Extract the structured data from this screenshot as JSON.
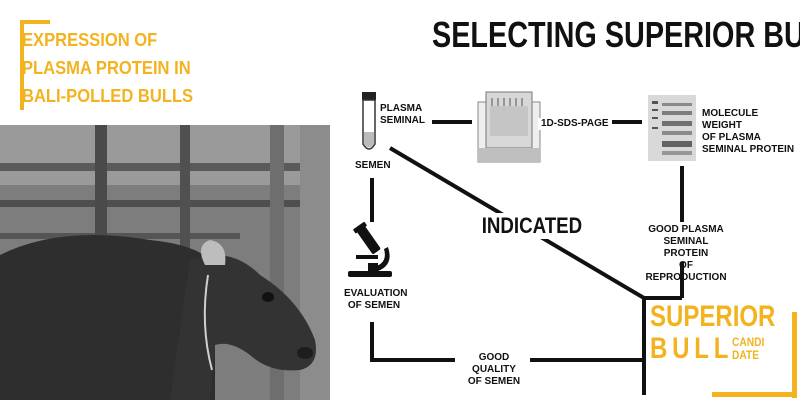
{
  "left_title": {
    "line1": "EXPRESSION OF",
    "line2": "PLASMA PROTEIN IN",
    "line3": "BALI-POLLED BULLS"
  },
  "main_title": "SELECTING SUPERIOR BULL",
  "nodes": {
    "plasma_seminal": [
      "PLASMA",
      "SEMINAL"
    ],
    "semen": "SEMEN",
    "sds_page": "1D-SDS-PAGE",
    "molecule_weight": [
      "MOLECULE WEIGHT",
      "OF PLASMA",
      "SEMINAL PROTEIN"
    ],
    "indicated": "INDICATED",
    "good_plasma": [
      "GOOD PLASMA",
      "SEMINAL PROTEIN",
      "OF REPRODUCTION"
    ],
    "evaluation": [
      "EVALUATION",
      "OF SEMEN"
    ],
    "good_quality": [
      "GOOD QUALITY",
      "OF SEMEN"
    ]
  },
  "result": {
    "superior": "SUPERIOR",
    "bull": "BULL",
    "candi": "CANDI",
    "date": "DATE"
  },
  "colors": {
    "accent": "#f2b31f",
    "ink": "#111111"
  },
  "icons": [
    "test-tube-icon",
    "electrophoresis-tank-icon",
    "gel-band-icon",
    "microscope-icon",
    "bull-photo"
  ]
}
